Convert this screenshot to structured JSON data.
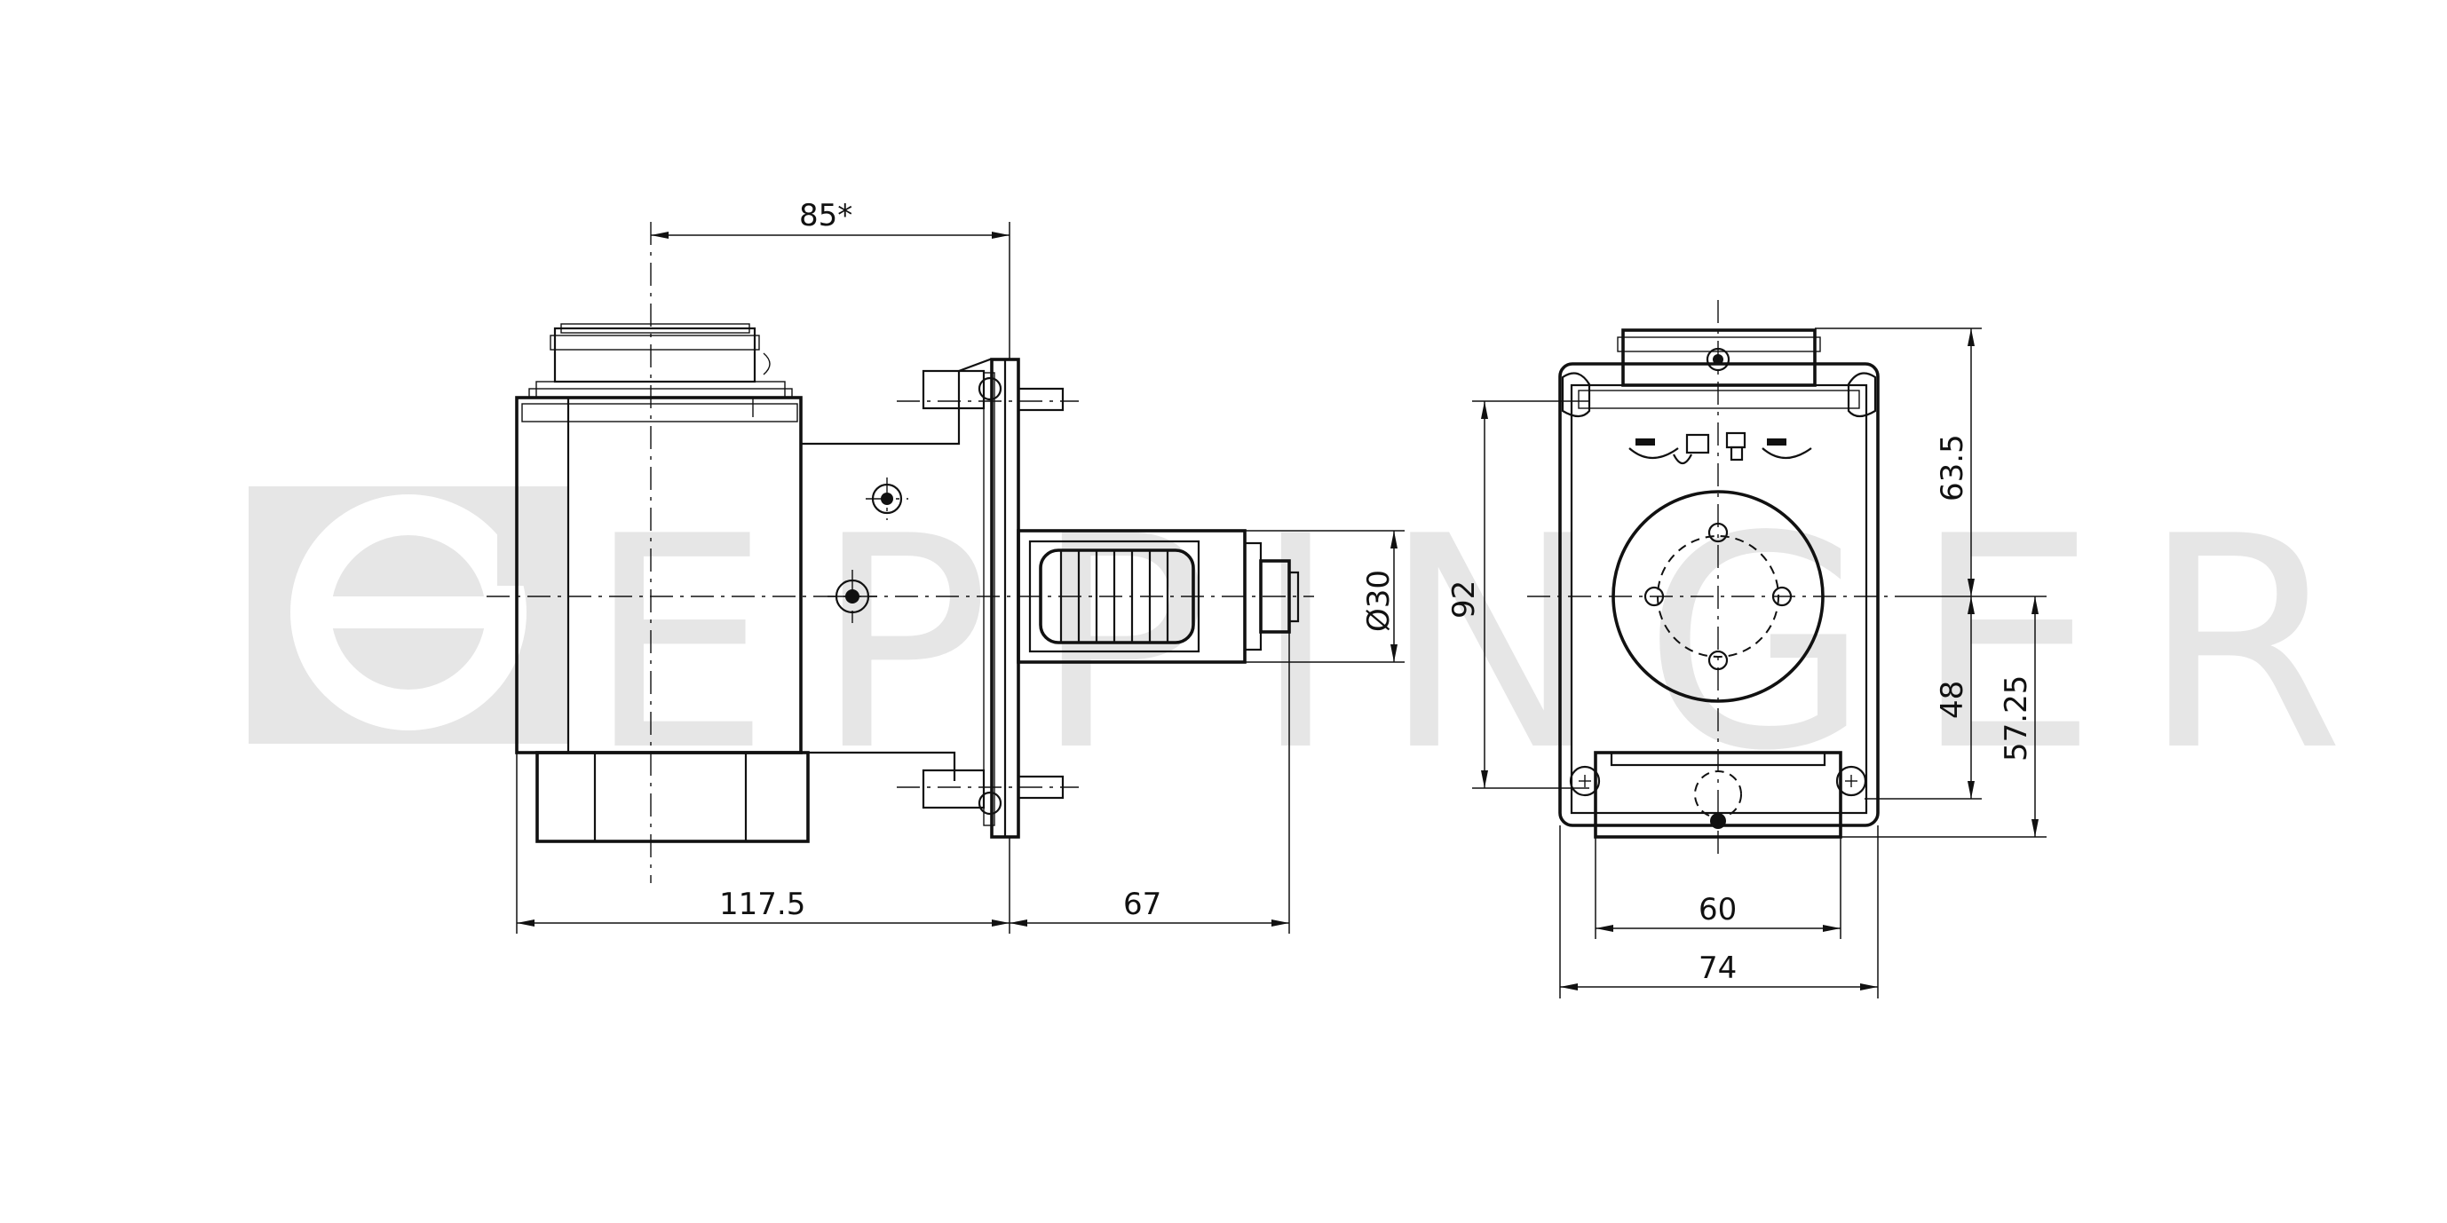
{
  "watermark": {
    "brand": "EPPINGER"
  },
  "side_view": {
    "dim_center_offset": "85*",
    "dim_body_length": "117.5",
    "dim_spindle_length": "67",
    "dim_shank_diameter": "Ø30"
  },
  "front_view": {
    "dim_body_height": "92",
    "dim_upper_height": "63.5",
    "dim_lower_height": "48",
    "dim_total_lower": "57.25",
    "dim_width_inner": "60",
    "dim_width_outer": "74"
  }
}
